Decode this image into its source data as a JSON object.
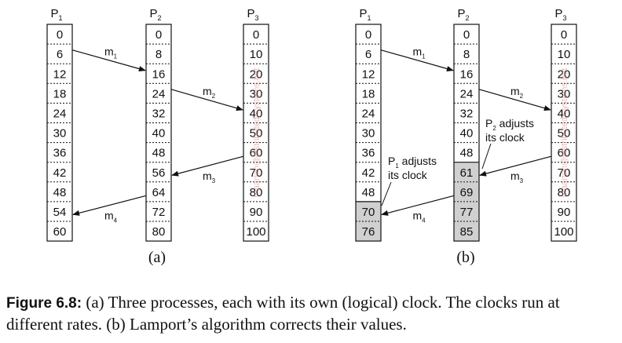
{
  "panels": [
    {
      "label": "(a)",
      "processes": [
        {
          "name": "P",
          "sub": "1",
          "values": [
            "0",
            "6",
            "12",
            "18",
            "24",
            "30",
            "36",
            "42",
            "48",
            "54",
            "60"
          ],
          "shaded": []
        },
        {
          "name": "P",
          "sub": "2",
          "values": [
            "0",
            "8",
            "16",
            "24",
            "32",
            "40",
            "48",
            "56",
            "64",
            "72",
            "80"
          ],
          "shaded": []
        },
        {
          "name": "P",
          "sub": "3",
          "values": [
            "0",
            "10",
            "20",
            "30",
            "40",
            "50",
            "60",
            "70",
            "80",
            "90",
            "100"
          ],
          "shaded": []
        }
      ],
      "messages": [
        {
          "name": "m",
          "sub": "1",
          "from": [
            0,
            1
          ],
          "to": [
            1,
            2
          ]
        },
        {
          "name": "m",
          "sub": "2",
          "from": [
            1,
            3
          ],
          "to": [
            2,
            4
          ]
        },
        {
          "name": "m",
          "sub": "3",
          "from": [
            2,
            6
          ],
          "to": [
            1,
            7
          ]
        },
        {
          "name": "m",
          "sub": "4",
          "from": [
            1,
            8
          ],
          "to": [
            0,
            9
          ]
        }
      ],
      "notes": []
    },
    {
      "label": "(b)",
      "processes": [
        {
          "name": "P",
          "sub": "1",
          "values": [
            "0",
            "6",
            "12",
            "18",
            "24",
            "30",
            "36",
            "42",
            "48",
            "70",
            "76"
          ],
          "shaded": [
            9,
            10
          ]
        },
        {
          "name": "P",
          "sub": "2",
          "values": [
            "0",
            "8",
            "16",
            "24",
            "32",
            "40",
            "48",
            "61",
            "69",
            "77",
            "85"
          ],
          "shaded": [
            7,
            8,
            9,
            10
          ]
        },
        {
          "name": "P",
          "sub": "3",
          "values": [
            "0",
            "10",
            "20",
            "30",
            "40",
            "50",
            "60",
            "70",
            "80",
            "90",
            "100"
          ],
          "shaded": []
        }
      ],
      "messages": [
        {
          "name": "m",
          "sub": "1",
          "from": [
            0,
            1
          ],
          "to": [
            1,
            2
          ]
        },
        {
          "name": "m",
          "sub": "2",
          "from": [
            1,
            3
          ],
          "to": [
            2,
            4
          ]
        },
        {
          "name": "m",
          "sub": "3",
          "from": [
            2,
            6
          ],
          "to": [
            1,
            7
          ]
        },
        {
          "name": "m",
          "sub": "4",
          "from": [
            1,
            8
          ],
          "to": [
            0,
            9
          ]
        }
      ],
      "notes": [
        {
          "line1_pre": "P",
          "line1_sub": "2",
          "line1_post": " adjusts",
          "line2": "its clock"
        },
        {
          "line1_pre": "P",
          "line1_sub": "1",
          "line1_post": " adjusts",
          "line2": "its clock"
        }
      ]
    }
  ],
  "watermark": "maarten@distributed-systems.net",
  "caption": {
    "label": "Figure 6.8:",
    "text": " (a) Three processes, each with its own (logical) clock. The clocks run at different rates. (b) Lamport’s algorithm corrects their values."
  },
  "colors": {
    "shaded_cell": "#d0d0d0",
    "line": "#111111",
    "watermark": "#e08080"
  }
}
